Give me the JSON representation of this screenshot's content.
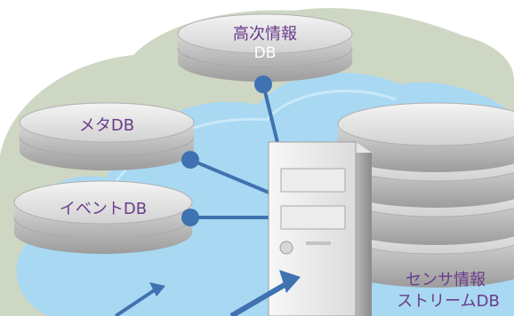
{
  "diagram": {
    "databases": {
      "high_order": {
        "line1": "高次情報",
        "line2": "DB"
      },
      "meta": {
        "label": "メタDB"
      },
      "event": {
        "label": "イベントDB"
      },
      "sensor_stream": {
        "line1": "センサ情報",
        "line2": "ストリームDB"
      }
    },
    "colors": {
      "cloud_outer": "#cdd7c3",
      "cloud_inner": "#a9d8f2",
      "connector": "#3f72b0",
      "label_text": "#6a3c8c",
      "disk_gray": "#c8c8c8"
    }
  }
}
